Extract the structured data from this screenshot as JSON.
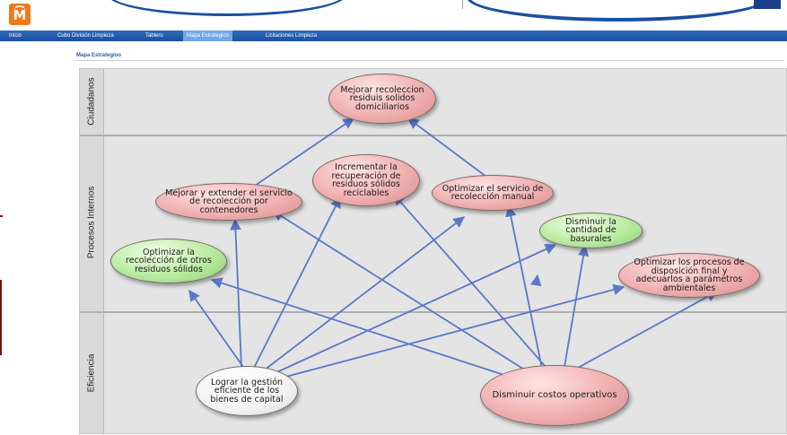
{
  "nav": {
    "items": [
      "Inicio",
      "Cubo División Limpieza",
      "Tablero",
      "Mapa Estrategico",
      "Licitaciones Limpieza"
    ],
    "active_index": 3
  },
  "page": {
    "title": "Mapa Estrategioo"
  },
  "map": {
    "lanes": [
      "Ciudadanos",
      "Procesos Internos",
      "Eficiencia"
    ],
    "nodes": [
      {
        "id": "n1",
        "text": "Mejorar recoleccion residuis solidos domiciliarios",
        "color": "red"
      },
      {
        "id": "n2",
        "text": "Incrementar la recuperación de residuos sólidos reciclables",
        "color": "red"
      },
      {
        "id": "n3",
        "text": "Mejorar y extender el servicio de recolección por contenedores",
        "color": "red"
      },
      {
        "id": "n4",
        "text": "Optimizar el servicio de recolección manual",
        "color": "red"
      },
      {
        "id": "n5",
        "text": "Disminuir la cantidad de basurales",
        "color": "green"
      },
      {
        "id": "n6",
        "text": "Optimizar la recolección de otros residuos sólidos",
        "color": "green"
      },
      {
        "id": "n7",
        "text": "Optimizar los procesos de disposición final y adecuarlos a parámetros ambientales",
        "color": "red"
      },
      {
        "id": "n8",
        "text": "Lograr la gestión eficiente de los bienes de capital",
        "color": "white"
      },
      {
        "id": "n9",
        "text": "Disminuir costos operativos",
        "color": "red"
      }
    ]
  },
  "colors": {
    "nav": "#1c4f9b",
    "arrow": "#5a78c8",
    "lane_sep": "#b0b0b0"
  },
  "icons": {
    "logo": "brand-logo-icon"
  }
}
